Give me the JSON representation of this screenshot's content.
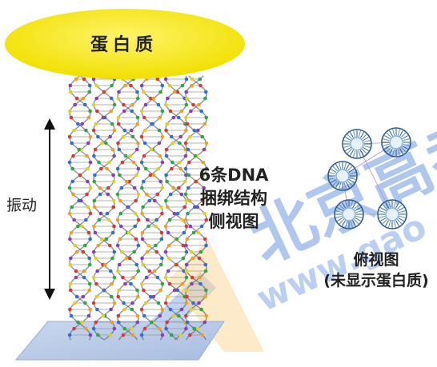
{
  "protein_label": "蛋白质",
  "side_view_caption": [
    "6条DNA",
    "捆绑结构",
    "侧视图"
  ],
  "vibration_label": "振动",
  "top_view_caption": [
    "俯视图",
    "(未显示蛋白质)"
  ],
  "watermark": "北京高考 www.gaokao",
  "colors": {
    "protein": "#f5e800",
    "base_plate": "#b9cbe6",
    "helix_strand": "#6b6b6b",
    "top_ring": "#2e5d8c",
    "watermark_blue": "#2f6fd6",
    "watermark_orange": "#f3b33a"
  },
  "helix_count": 6,
  "top_view_ring_count": 5
}
